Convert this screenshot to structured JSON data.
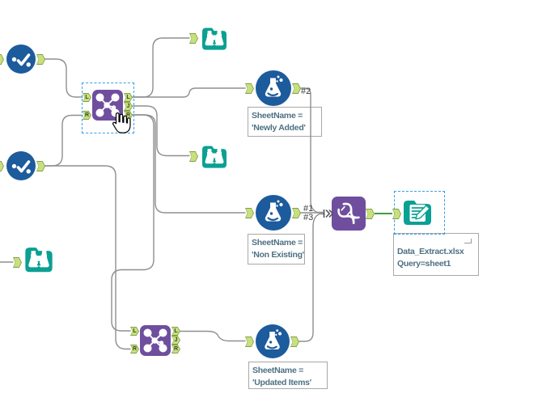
{
  "app": {
    "name": "Alteryx workflow canvas"
  },
  "colors": {
    "wire": "#8f8f8f",
    "wire_highlight": "#3f9e3c",
    "tool_blue": "#1c5b9c",
    "tool_purple": "#6f4e9e",
    "tool_teal": "#0aa093",
    "anchor_fill": "#c9df7d",
    "anchor_border": "#7fa14c",
    "selection_dash": "#35a0ea",
    "annotation_text": "#4e7183",
    "annotation_border": "#a8a8a8",
    "connection_label_text": "#3c3c3c"
  },
  "anchors": {
    "L": "L",
    "J": "J",
    "R": "R"
  },
  "connection_labels": {
    "c1": "#1",
    "c2": "#2",
    "c3": "#3"
  },
  "annotations": {
    "newly_added": {
      "line1": "SheetName =",
      "line2": "'Newly Added'"
    },
    "non_existing": {
      "line1": "SheetName =",
      "line2": "'Non Existing'"
    },
    "updated_items": {
      "line1": "SheetName =",
      "line2": "'Updated Items'"
    },
    "output": {
      "line1": "Data_Extract.xlsx",
      "line2": "Query=sheet1"
    }
  },
  "tools": {
    "unique_top": {
      "type": "unique"
    },
    "unique_bottom": {
      "type": "unique"
    },
    "join_main": {
      "type": "join",
      "selected": true
    },
    "join_secondary": {
      "type": "join"
    },
    "browse_top": {
      "type": "browse"
    },
    "browse_middle": {
      "type": "browse"
    },
    "browse_left": {
      "type": "browse"
    },
    "formula_newly_added": {
      "type": "formula"
    },
    "formula_non_existing": {
      "type": "formula"
    },
    "formula_updated_items": {
      "type": "formula"
    },
    "union_main": {
      "type": "union"
    },
    "output_data": {
      "type": "output",
      "selected": true
    }
  }
}
